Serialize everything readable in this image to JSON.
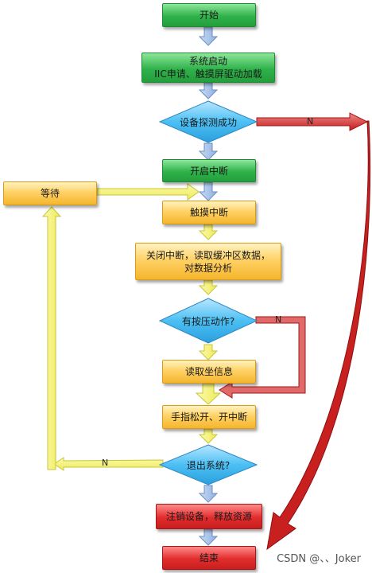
{
  "nodes": {
    "start": "开始",
    "init_line1": "系统启动",
    "init_line2": "IIC申请、触摸屏驱动加载",
    "probe": "设备探测成功",
    "enable_irq": "开启中断",
    "wait": "等待",
    "touch_irq": "触摸中断",
    "read_buffer_line1": "关闭中断，读取缓冲区数据，",
    "read_buffer_line2": "对数据分析",
    "pressed": "有按压动作?",
    "read_coords": "读取坐信息",
    "release": "手指松开、开中断",
    "exit": "退出系统?",
    "cleanup": "注销设备，释放资源",
    "end": "结束"
  },
  "edge_labels": {
    "probe_no": "N",
    "pressed_no": "N",
    "exit_no": "N"
  },
  "colors": {
    "green": "#2fb24a",
    "yellow": "#ffd266",
    "red": "#e22c2c",
    "blue_diamond": "#3fb4f0",
    "arrow_blue": "#a9c4ea",
    "arrow_yellow": "#f5f37a",
    "arrow_red": "#cc1e1e"
  },
  "watermark": "CSDN @、、Joker"
}
